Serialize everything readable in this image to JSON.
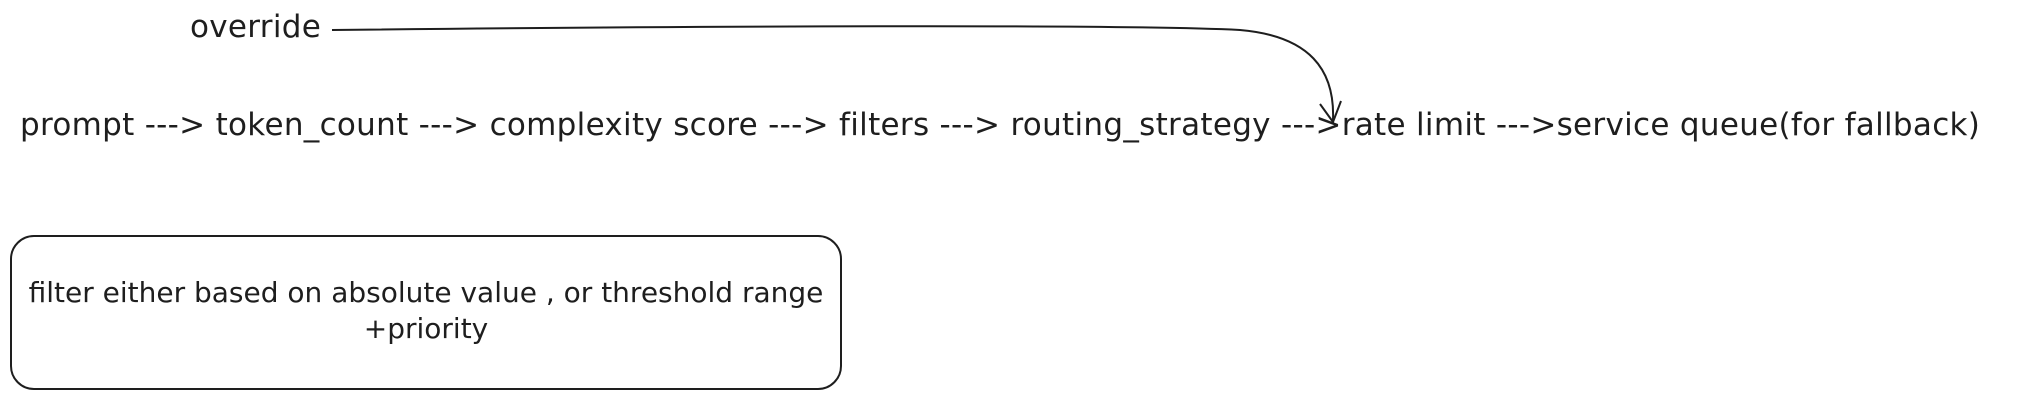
{
  "diagram": {
    "override_label": "override",
    "flow_text": "prompt ---> token_count ---> complexity score ---> filters ---> routing_strategy --->rate limit --->service queue(for fallback)",
    "note": {
      "line1": "filter either based on absolute value , or threshold range",
      "line2": "+priority"
    },
    "colors": {
      "stroke": "#1e1e1e",
      "background": "#ffffff"
    }
  }
}
